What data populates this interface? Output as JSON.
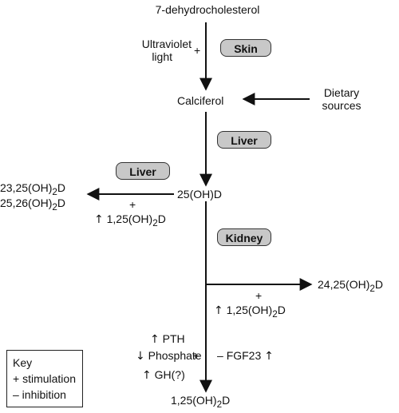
{
  "nodes": {
    "top": "7-dehydrocholesterol",
    "calciferol": "Calciferol",
    "dietary_line1": "Dietary",
    "dietary_line2": "sources",
    "oh_d_prefix": "25(OH)",
    "oh_d_suffix": "D",
    "left_product1": "23,25(OH)",
    "left_product2": "25,26(OH)",
    "right_product": "24,25(OH)",
    "bottom_product": "1,25(OH)",
    "subscript_2": "2",
    "d": "D"
  },
  "organs": {
    "skin": "Skin",
    "liver_main": "Liver",
    "liver_side": "Liver",
    "kidney": "Kidney"
  },
  "modifiers": {
    "uv_line1": "Ultraviolet",
    "uv_line2": "light",
    "plus": "+",
    "minus": "–",
    "up_arrow": "↑",
    "down_arrow": "↓",
    "left_up_125": "1,25(OH)",
    "right_up_125": "1,25(OH)",
    "pth": "PTH",
    "phosphate": "Phosphate",
    "gh": "GH(?)",
    "fgf23": "FGF23"
  },
  "key": {
    "title": "Key",
    "stimulation": "+ stimulation",
    "inhibition": "– inhibition"
  }
}
